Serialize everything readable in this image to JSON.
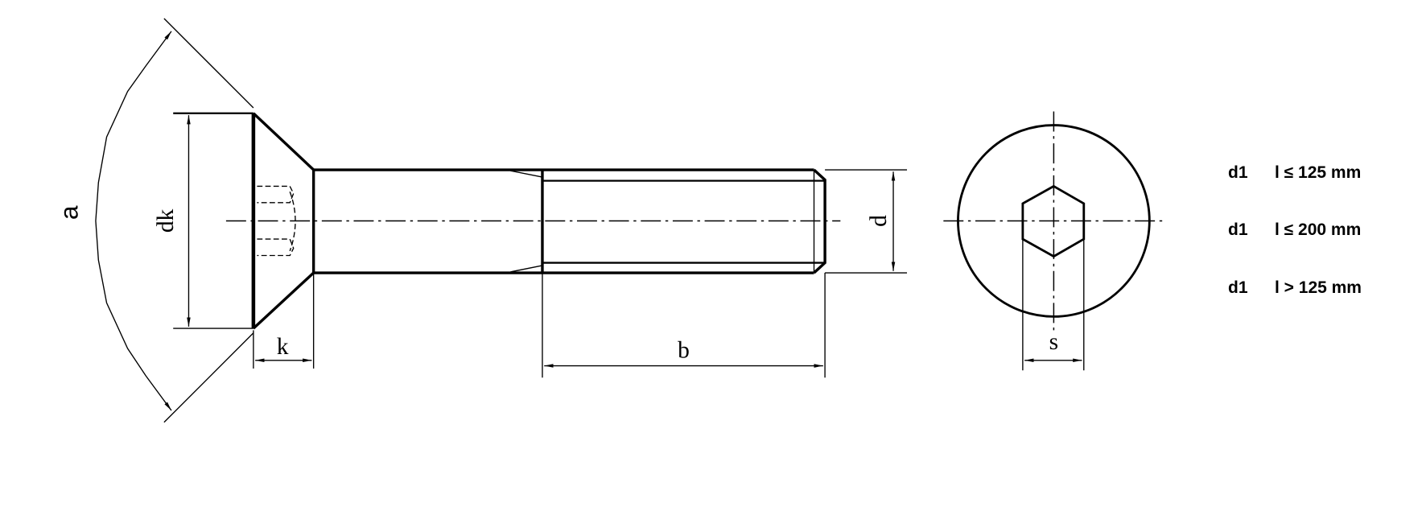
{
  "labels": {
    "angle": "a",
    "head_diameter": "dk",
    "head_height": "k",
    "thread_length": "b",
    "diameter": "d",
    "socket_width": "s"
  },
  "legend": [
    {
      "symbol": "d1",
      "condition": "l ≤ 125 mm"
    },
    {
      "symbol": "d1",
      "condition": "l ≤ 200 mm"
    },
    {
      "symbol": "d1",
      "condition": "l > 125 mm"
    }
  ]
}
